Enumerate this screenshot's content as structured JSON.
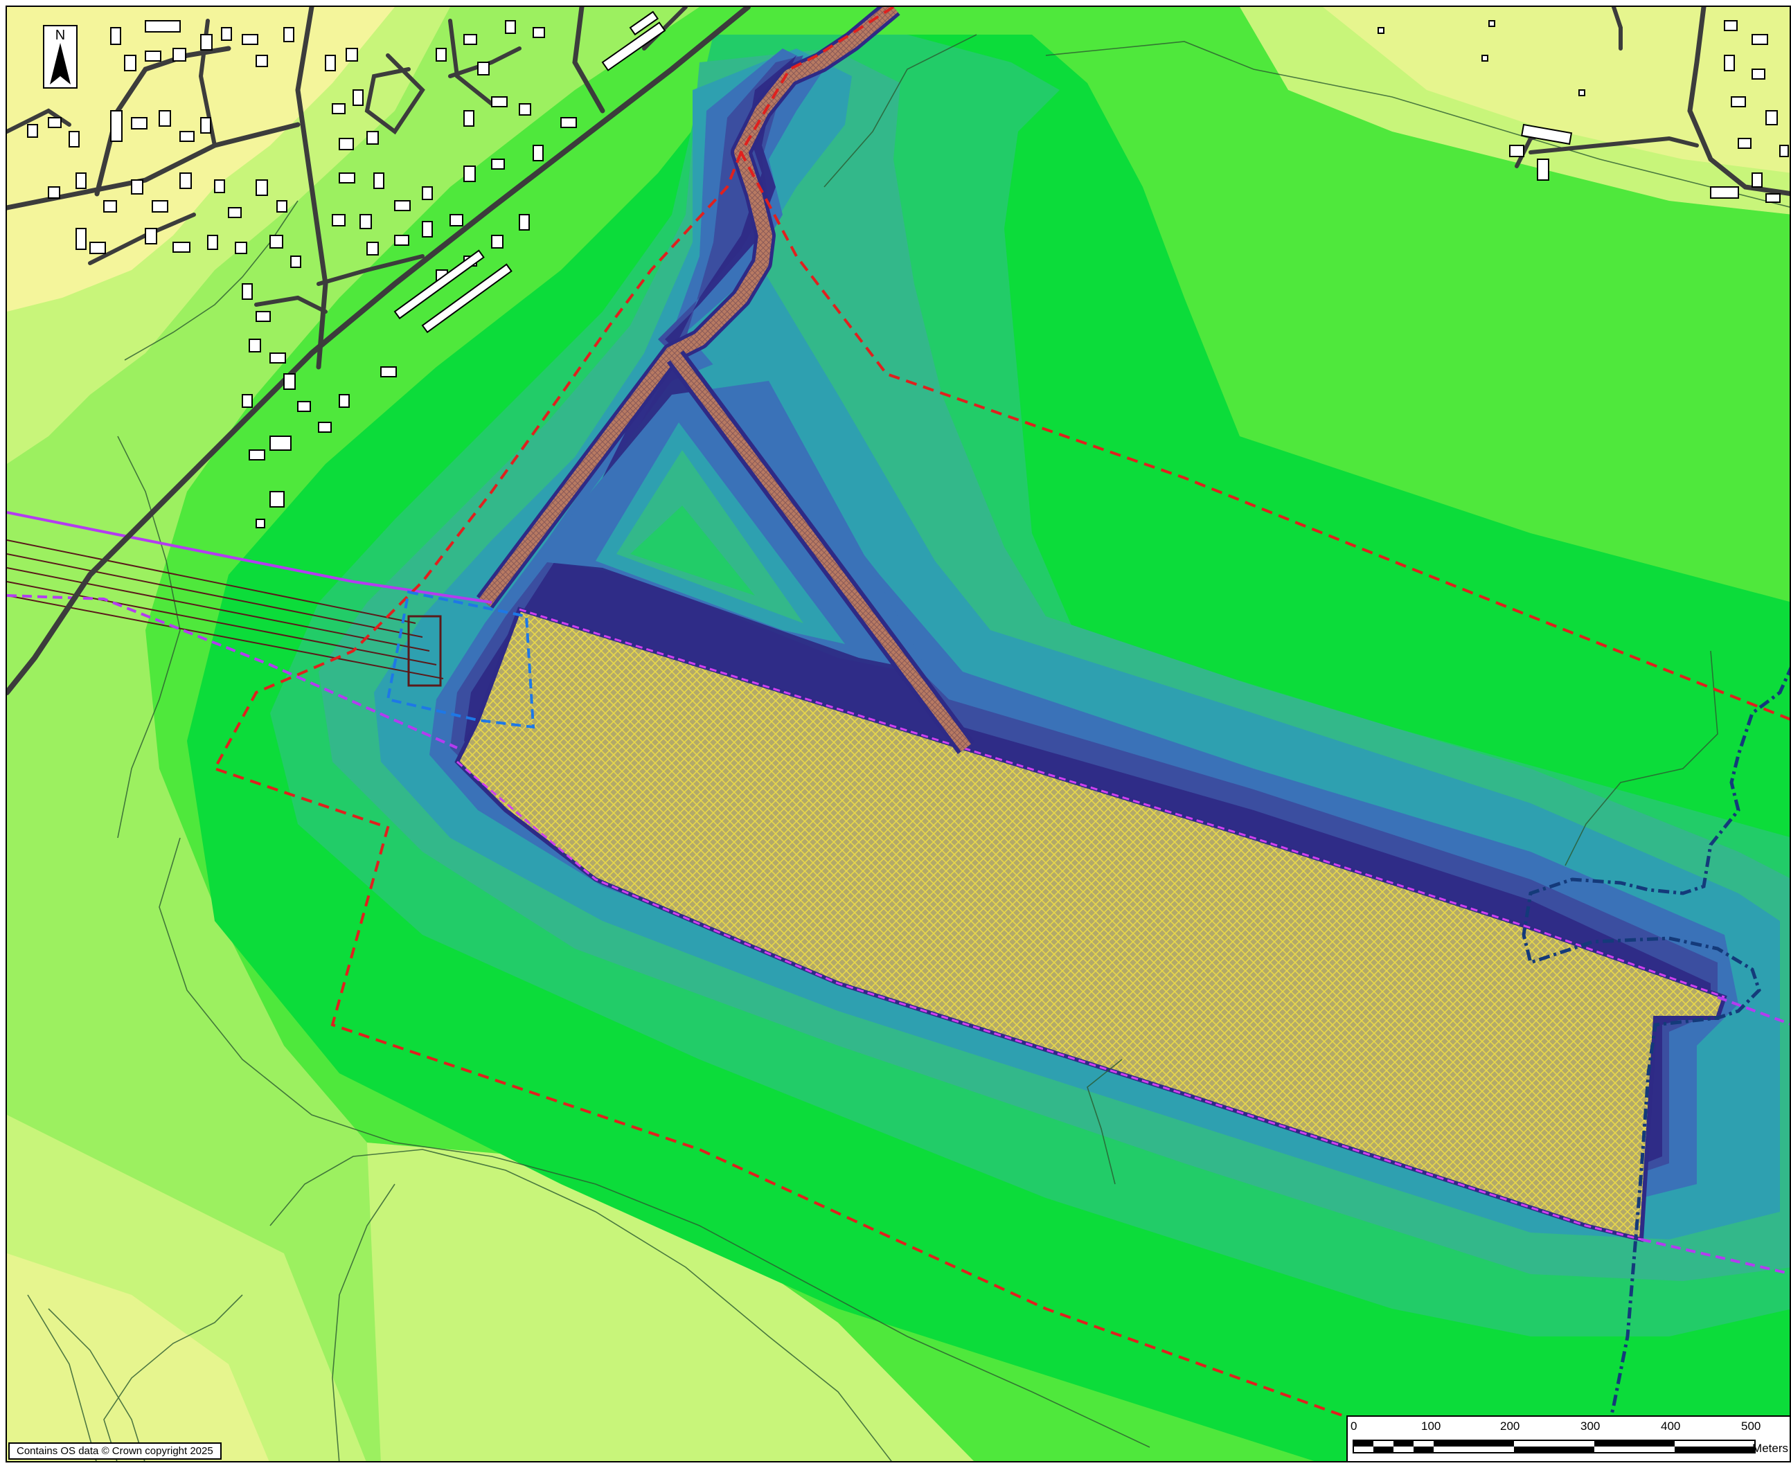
{
  "map": {
    "north_label": "N",
    "copyright": "Contains OS data © Crown copyright 2025",
    "scale": {
      "ticks": [
        "0",
        "100",
        "200",
        "300",
        "400",
        "500"
      ],
      "unit": "Meters"
    },
    "colors": {
      "rural_light": "#c8f57a",
      "yellow_urban": "#f4f59b",
      "green_light": "#9cf060",
      "green_mid": "#4fe83c",
      "green_bright": "#0cdc3a",
      "green_teal": "#22cc68",
      "teal": "#33b88a",
      "blue_teal": "#2ea0b0",
      "blue": "#3a72b8",
      "blue_dark": "#3b4ea0",
      "indigo": "#2e2a86",
      "hatch_fill": "#b3a969",
      "hatch_line": "#e8d84a",
      "site_boundary": "#e0201e",
      "proposed_boundary": "#b43cf0",
      "substation": "#1e78e6",
      "watercourse": "#143a7a",
      "road": "#3c3c3c"
    },
    "icons": [
      "north-arrow-icon"
    ]
  }
}
